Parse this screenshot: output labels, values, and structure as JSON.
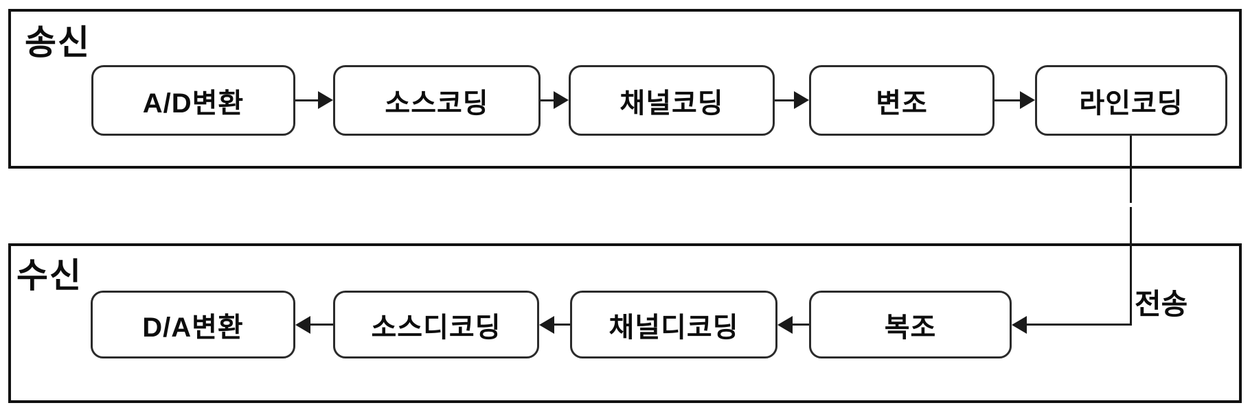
{
  "sections": {
    "tx": {
      "label": "송신"
    },
    "rx": {
      "label": "수신"
    }
  },
  "tx_boxes": [
    "A/D변환",
    "소스코딩",
    "채널코딩",
    "변조",
    "라인코딩"
  ],
  "rx_boxes": [
    "D/A변환",
    "소스디코딩",
    "채널디코딩",
    "복조"
  ],
  "transmission": {
    "label": "전송"
  },
  "flow": {
    "tx_order": "A/D변환 → 소스코딩 → 채널코딩 → 변조 → 라인코딩",
    "rx_order": "복조 → 채널디코딩 → 소스디코딩 → D/A변환",
    "link": "라인코딩 → (전송) → 복조"
  },
  "colors": {
    "background": "#ffffff",
    "outer_border": "#111111",
    "node_border": "#2b2b2b",
    "line": "#1a1a1a",
    "text": "#0d0d0d"
  }
}
